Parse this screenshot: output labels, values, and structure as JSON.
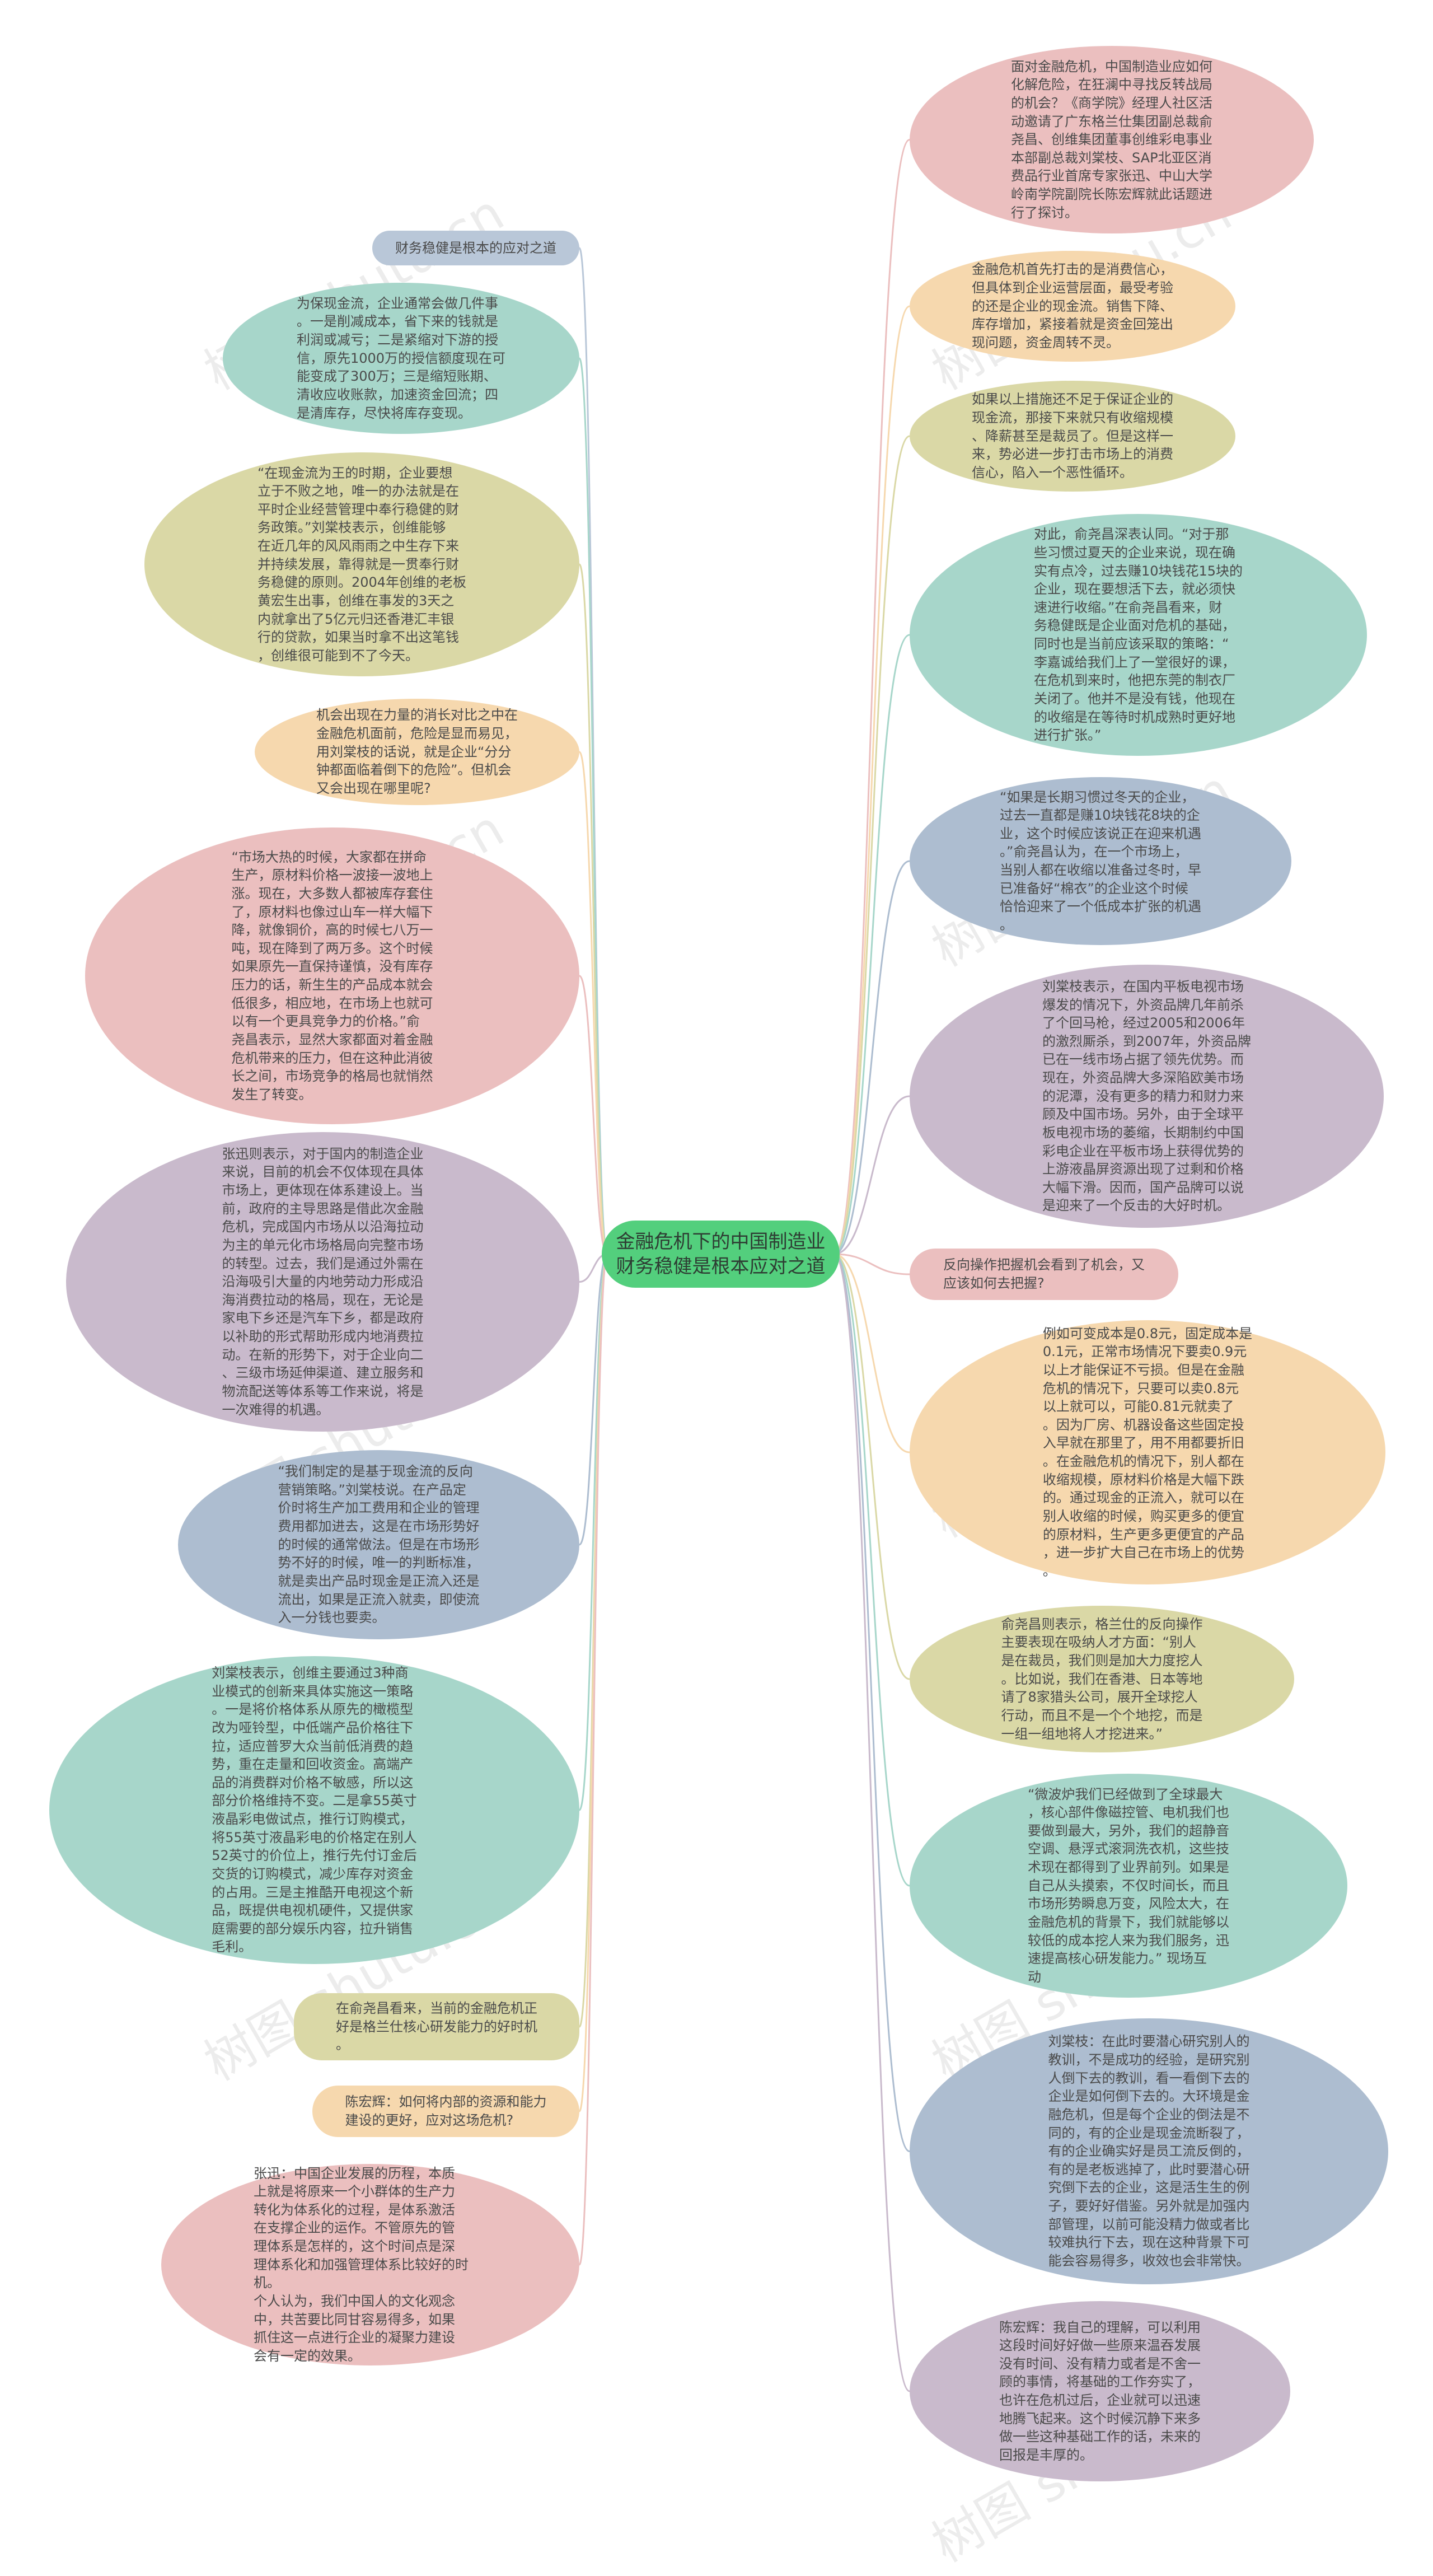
{
  "colors": {
    "root": "#53cf7d",
    "blue": "#b9c7d8",
    "teal": "#a7d6ca",
    "olive": "#dad8a6",
    "peach": "#f6d8ae",
    "pink": "#ebbfbf",
    "purple": "#c9bacc",
    "slate": "#adbdd0"
  },
  "root": {
    "text": "金融危机下的中国制造业\n财务稳健是根本应对之道"
  },
  "watermark": "树图 shutu.cn",
  "left": [
    {
      "text": "财务稳健是根本的应对之道"
    },
    {
      "text": "为保现金流，企业通常会做几件事\n。一是削减成本，省下来的钱就是\n利润或减亏；二是紧缩对下游的授\n信，原先1000万的授信额度现在可\n能变成了300万；三是缩短账期、\n清收应收账款，加速资金回流；四\n是清库存，尽快将库存变现。"
    },
    {
      "text": "“在现金流为王的时期，企业要想\n立于不败之地，唯一的办法就是在\n平时企业经营管理中奉行稳健的财\n务政策。”刘棠枝表示，创维能够\n在近几年的风风雨雨之中生存下来\n并持续发展，靠得就是一贯奉行财\n务稳健的原则。2004年创维的老板\n黄宏生出事，创维在事发的3天之\n内就拿出了5亿元归还香港汇丰银\n行的贷款，如果当时拿不出这笔钱\n，创维很可能到不了今天。"
    },
    {
      "text": "机会出现在力量的消长对比之中在\n金融危机面前，危险是显而易见，\n用刘棠枝的话说，就是企业“分分\n钟都面临着倒下的危险”。但机会\n又会出现在哪里呢?"
    },
    {
      "text": "“市场大热的时候，大家都在拼命\n生产，原材料价格一波接一波地上\n涨。现在，大多数人都被库存套住\n了，原材料也像过山车一样大幅下\n降，就像铜价，高的时候七八万一\n吨，现在降到了两万多。这个时候\n如果原先一直保持谨慎，没有库存\n压力的话，新生生的产品成本就会\n低很多，相应地，在市场上也就可\n以有一个更具竞争力的价格。”俞\n尧昌表示，显然大家都面对着金融\n危机带来的压力，但在这种此消彼\n长之间，市场竞争的格局也就悄然\n发生了转变。"
    },
    {
      "text": "张迅则表示，对于国内的制造企业\n来说，目前的机会不仅体现在具体\n市场上，更体现在体系建设上。当\n前，政府的主导思路是借此次金融\n危机，完成国内市场从以沿海拉动\n为主的单元化市场格局向完整市场\n的转型。过去，我们是通过外需在\n沿海吸引大量的内地劳动力形成沿\n海消费拉动的格局，现在，无论是\n家电下乡还是汽车下乡，都是政府\n以补助的形式帮助形成内地消费拉\n动。在新的形势下，对于企业向二\n、三级市场延伸渠道、建立服务和\n物流配送等体系等工作来说，将是\n一次难得的机遇。"
    },
    {
      "text": "“我们制定的是基于现金流的反向\n营销策略。”刘棠枝说。在产品定\n价时将生产加工费用和企业的管理\n费用都加进去，这是在市场形势好\n的时候的通常做法。但是在市场形\n势不好的时候，唯一的判断标准，\n就是卖出产品时现金是正流入还是\n流出，如果是正流入就卖，即使流\n入一分钱也要卖。"
    },
    {
      "text": "刘棠枝表示，创维主要通过3种商\n业模式的创新来具体实施这一策略\n。一是将价格体系从原先的橄榄型\n改为哑铃型，中低端产品价格往下\n拉，适应普罗大众当前低消费的趋\n势，重在走量和回收资金。高端产\n品的消费群对价格不敏感，所以这\n部分价格维持不变。二是拿55英寸\n液晶彩电做试点，推行订购模式，\n将55英寸液晶彩电的价格定在别人\n52英寸的价位上，推行先付订金后\n交货的订购模式，减少库存对资金\n的占用。三是主推酷开电视这个新\n品，既提供电视机硬件，又提供家\n庭需要的部分娱乐内容，拉升销售\n毛利。"
    },
    {
      "text": "在俞尧昌看来，当前的金融危机正\n好是格兰仕核心研发能力的好时机\n。"
    },
    {
      "text": "陈宏辉：如何将内部的资源和能力\n建设的更好，应对这场危机?"
    },
    {
      "text": "张迅：中国企业发展的历程，本质\n上就是将原来一个小群体的生产力\n转化为体系化的过程，是体系激活\n在支撑企业的运作。不管原先的管\n理体系是怎样的，这个时间点是深\n理体系化和加强管理体系比较好的时机。\n个人认为，我们中国人的文化观念\n中，共苦要比同甘容易得多，如果\n抓住这一点进行企业的凝聚力建设\n会有一定的效果。"
    }
  ],
  "right": [
    {
      "text": "面对金融危机，中国制造业应如何\n化解危险，在狂澜中寻找反转战局\n的机会？《商学院》经理人社区活\n动邀请了广东格兰仕集团副总裁俞\n尧昌、创维集团董事创维彩电事业\n本部副总裁刘棠枝、SAP北亚区消\n费品行业首席专家张迅、中山大学\n岭南学院副院长陈宏辉就此话题进\n行了探讨。"
    },
    {
      "text": "金融危机首先打击的是消费信心，\n但具体到企业运营层面，最受考验\n的还是企业的现金流。销售下降、\n库存增加，紧接着就是资金回笼出\n现问题，资金周转不灵。"
    },
    {
      "text": "如果以上措施还不足于保证企业的\n现金流，那接下来就只有收缩规模\n、降薪甚至是裁员了。但是这样一\n来，势必进一步打击市场上的消费\n信心，陷入一个恶性循环。"
    },
    {
      "text": "对此，俞尧昌深表认同。“对于那\n些习惯过夏天的企业来说，现在确\n实有点冷，过去赚10块钱花15块的\n企业，现在要想活下去，就必须快\n速进行收缩。”在俞尧昌看来，财\n务稳健既是企业面对危机的基础，\n同时也是当前应该采取的策略：“\n李嘉诚给我们上了一堂很好的课，\n在危机到来时，他把东莞的制衣厂\n关闭了。他并不是没有钱，他现在\n的收缩是在等待时机成熟时更好地\n进行扩张。”"
    },
    {
      "text": "“如果是长期习惯过冬天的企业，\n过去一直都是赚10块钱花8块的企\n业，这个时候应该说正在迎来机遇\n。”俞尧昌认为，在一个市场上，\n当别人都在收缩以准备过冬时，早\n已准备好“棉衣”的企业这个时候\n恰恰迎来了一个低成本扩张的机遇\n。"
    },
    {
      "text": "刘棠枝表示，在国内平板电视市场\n爆发的情况下，外资品牌几年前杀\n了个回马枪，经过2005和2006年\n的激烈厮杀，到2007年，外资品牌\n已在一线市场占据了领先优势。而\n现在，外资品牌大多深陷欧美市场\n的泥潭，没有更多的精力和财力来\n顾及中国市场。另外，由于全球平\n板电视市场的萎缩，长期制约中国\n彩电企业在平板市场上获得优势的\n上游液晶屏资源出现了过剩和价格\n大幅下滑。因而，国产品牌可以说\n是迎来了一个反击的大好时机。"
    },
    {
      "text": "反向操作把握机会看到了机会，又\n应该如何去把握?"
    },
    {
      "text": "例如可变成本是0.8元，固定成本是\n0.1元，正常市场情况下要卖0.9元\n以上才能保证不亏损。但是在金融\n危机的情况下，只要可以卖0.8元\n以上就可以，可能0.81元就卖了\n。因为厂房、机器设备这些固定投\n入早就在那里了，用不用都要折旧\n。在金融危机的情况下，别人都在\n收缩规模，原材料价格是大幅下跌\n的。通过现金的正流入，就可以在\n别人收缩的时候，购买更多的便宜\n的原材料，生产更多更便宜的产品\n，进一步扩大自己在市场上的优势\n。"
    },
    {
      "text": "俞尧昌则表示，格兰仕的反向操作\n主要表现在吸纳人才方面：“别人\n是在裁员，我们则是加大力度挖人\n。比如说，我们在香港、日本等地\n请了8家猎头公司，展开全球挖人\n行动，而且不是一个个地挖，而是\n一组一组地将人才挖进来。”"
    },
    {
      "text": "“微波炉我们已经做到了全球最大\n，核心部件像磁控管、电机我们也\n要做到最大，另外，我们的超静音\n空调、悬浮式滚洞洗衣机，这些技\n术现在都得到了业界前列。如果是\n自己从头摸索，不仅时间长，而且\n市场形势瞬息万变，风险太大，在\n金融危机的背景下，我们就能够以\n较低的成本挖人来为我们服务，迅\n速提高核心研发能力。”     现场互\n动"
    },
    {
      "text": "刘棠枝：在此时要潜心研究别人的\n教训，不是成功的经验，是研究别\n人倒下去的教训，看一看倒下去的\n企业是如何倒下去的。大环境是金\n融危机，但是每个企业的倒法是不\n同的，有的企业是现金流断裂了，\n有的企业确实好是员工流反倒的，\n有的是老板逃掉了，此时要潜心研\n究倒下去的企业，这是活生生的例\n子，要好好借鉴。另外就是加强内\n部管理，以前可能没精力做或者比\n较难执行下去，现在这种背景下可\n能会容易得多，收效也会非常快。"
    },
    {
      "text": "陈宏辉：我自己的理解，可以利用\n这段时间好好做一些原来温吞发展\n没有时间、没有精力或者是不舍一\n顾的事情，将基础的工作夯实了，\n也许在危机过后，企业就可以迅速\n地腾飞起来。这个时候沉静下来多\n做一些这种基础工作的话，未来的\n回报是丰厚的。"
    }
  ]
}
